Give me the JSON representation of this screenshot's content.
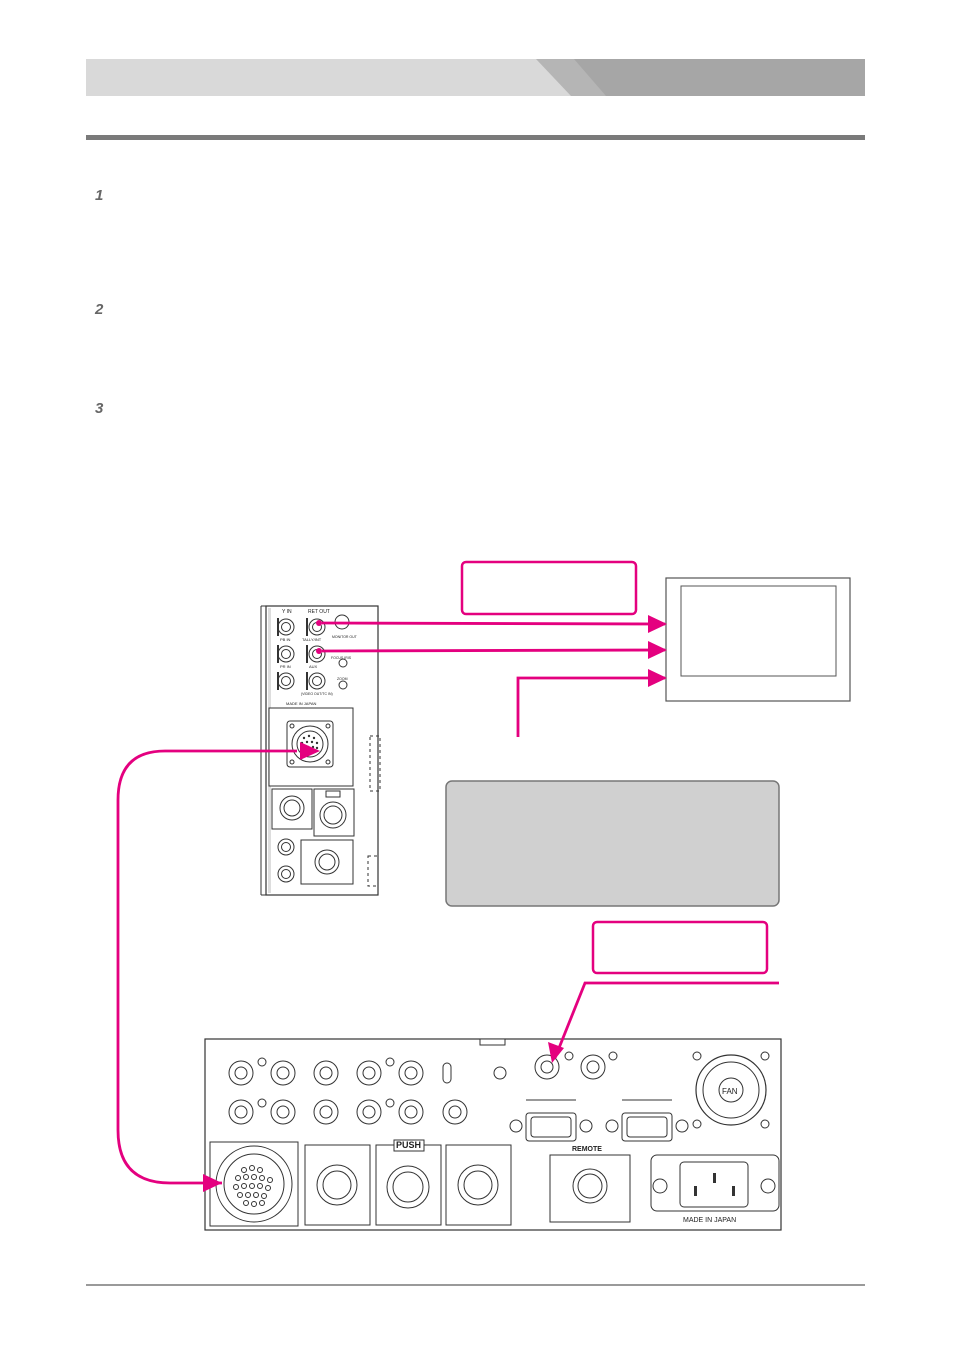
{
  "steps": [
    {
      "number": "1"
    },
    {
      "number": "2"
    },
    {
      "number": "3"
    }
  ],
  "camera_panel": {
    "y_in": "Y IN",
    "ret_out": "RET OUT",
    "pb_in": "PB IN",
    "tally_int": "TALLY/INT",
    "pr_in": "PR IN",
    "aux": "AUX",
    "monitor_out": "MONITOR OUT",
    "focus_iris": "FOCUS IRIS",
    "zoom": "ZOOM",
    "video_out_in": "(VIDEO OUT/TC IN)",
    "made_in_japan": "MADE IN JAPAN"
  },
  "ccu_panel": {
    "fan": "FAN",
    "push": "PUSH",
    "remote": "REMOTE",
    "made_in_japan": "MADE IN JAPAN"
  },
  "colors": {
    "accent_arrow": "#e4007f",
    "header_light": "#d9d9d9",
    "header_dark": "#a6a6a6",
    "note_fill": "#d0d0d0",
    "rule": "#7a7a7a"
  }
}
